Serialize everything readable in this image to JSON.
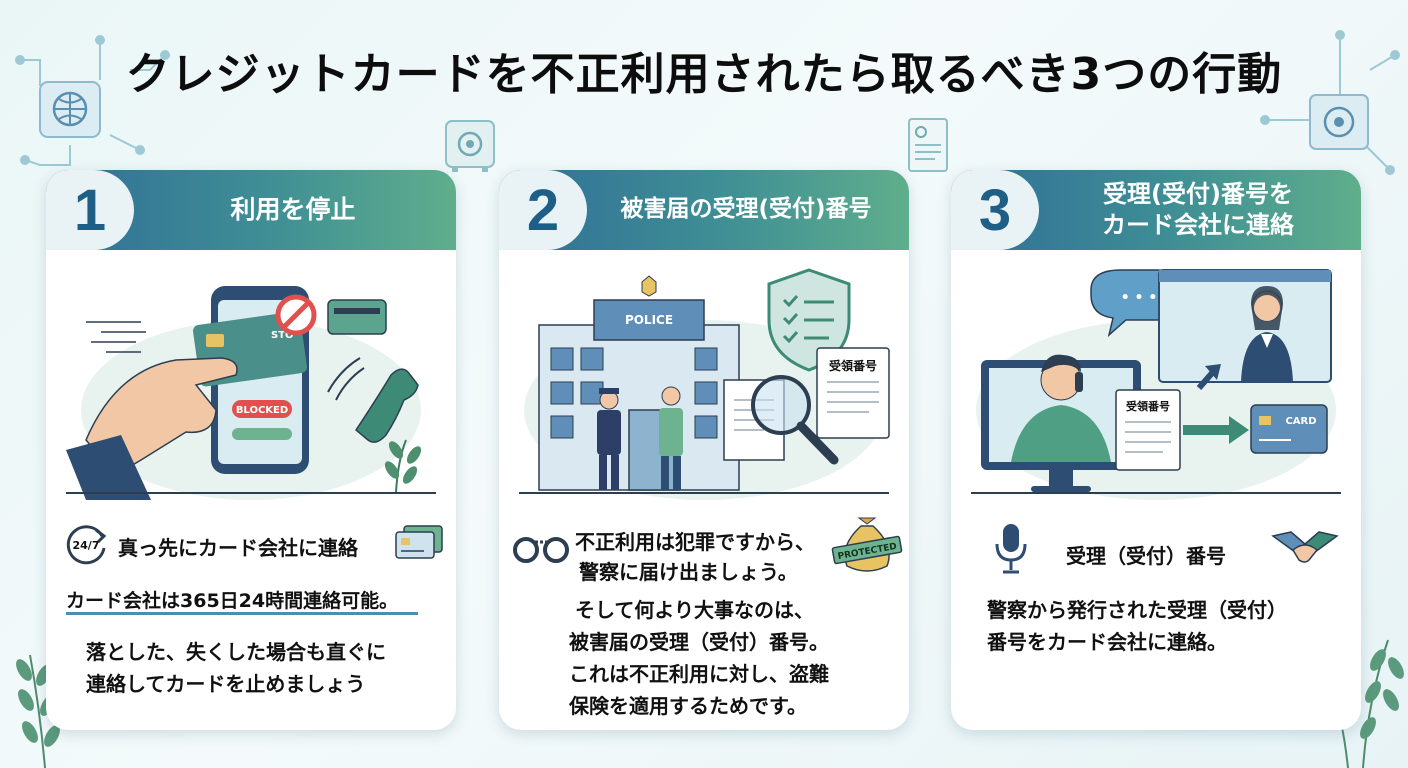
{
  "page": {
    "title": "クレジットカードを不正利用されたら取るべき3つの行動"
  },
  "steps": [
    {
      "number": "1",
      "title": "利用を停止",
      "illustration_labels": {
        "stop": "STO",
        "blocked": "BLOCKED"
      },
      "highlight": "真っ先にカード会社に連絡",
      "badge": "24/7",
      "subheading": "カード会社は365日24時間連絡可能。",
      "body_lines": [
        "落とした、失くした場合も直ぐに",
        "連絡してカードを止めましょう"
      ]
    },
    {
      "number": "2",
      "title": "被害届の受理(受付)番号",
      "illustration_labels": {
        "police": "POLICE",
        "receipt": "受領番号"
      },
      "highlight_lines": [
        "不正利用は犯罪ですから、",
        "警察に届け出ましょう。"
      ],
      "badge": "PROTECTED",
      "body_lines": [
        "そして何より大事なのは、",
        "被害届の受理（受付）番号。",
        "これは不正利用に対し、盗難",
        "保険を適用するためです。"
      ]
    },
    {
      "number": "3",
      "title_lines": [
        "受理(受付)番号を",
        "カード会社に連絡"
      ],
      "illustration_labels": {
        "receipt": "受領番号",
        "card": "CARD",
        "bubble": "• • •"
      },
      "highlight": "受理（受付）番号",
      "body_lines": [
        "警察から発行された受理（受付）",
        "番号をカード会社に連絡。"
      ]
    }
  ],
  "colors": {
    "header_start": "#2f6e96",
    "header_end": "#5fae8c",
    "accent_teal": "#3f8f95",
    "accent_red": "#e0504f"
  },
  "icons": [
    "globe-icon",
    "safe-icon",
    "document-icon",
    "refresh-24-7-icon",
    "credit-card-icon",
    "handcuffs-icon",
    "money-bag-icon",
    "microphone-icon",
    "handshake-icon",
    "leaf-icon"
  ]
}
